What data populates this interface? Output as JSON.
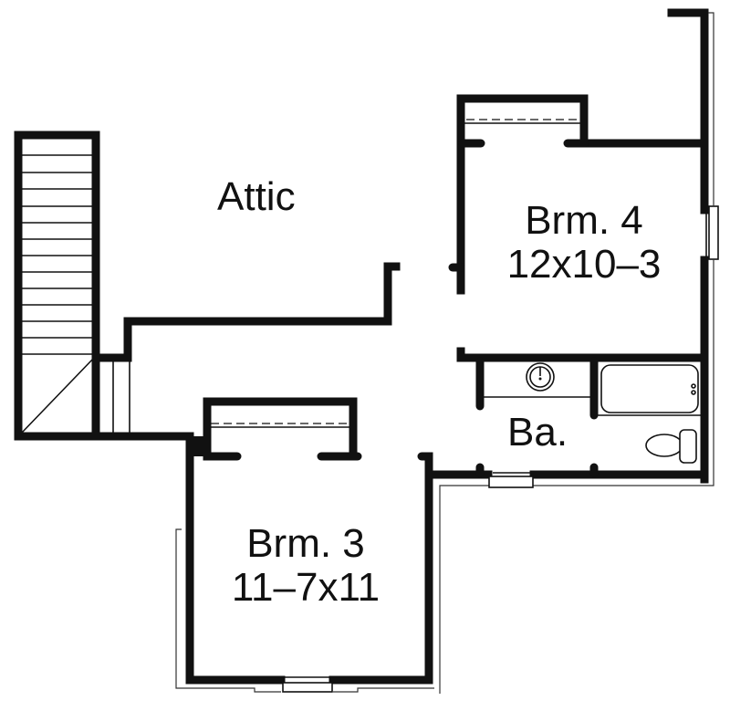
{
  "plan": {
    "background": "#ffffff",
    "wall_color": "#111111",
    "rooms": [
      {
        "id": "attic",
        "name": "Attic",
        "dimensions": ""
      },
      {
        "id": "bedroom-4",
        "name": "Brm. 4",
        "dimensions": "12x10–3"
      },
      {
        "id": "bathroom",
        "name": "Ba.",
        "dimensions": ""
      },
      {
        "id": "bedroom-3",
        "name": "Brm. 3",
        "dimensions": "11–7x11"
      }
    ],
    "fixtures": [
      {
        "type": "staircase",
        "treads": 13
      },
      {
        "type": "sink"
      },
      {
        "type": "bathtub"
      },
      {
        "type": "toilet"
      },
      {
        "type": "closet",
        "room": "bedroom-4"
      },
      {
        "type": "closet",
        "room": "bedroom-3"
      }
    ],
    "windows": [
      {
        "room": "bedroom-4",
        "wall": "east"
      },
      {
        "room": "bathroom",
        "wall": "south"
      },
      {
        "room": "bedroom-3",
        "wall": "south"
      }
    ]
  }
}
